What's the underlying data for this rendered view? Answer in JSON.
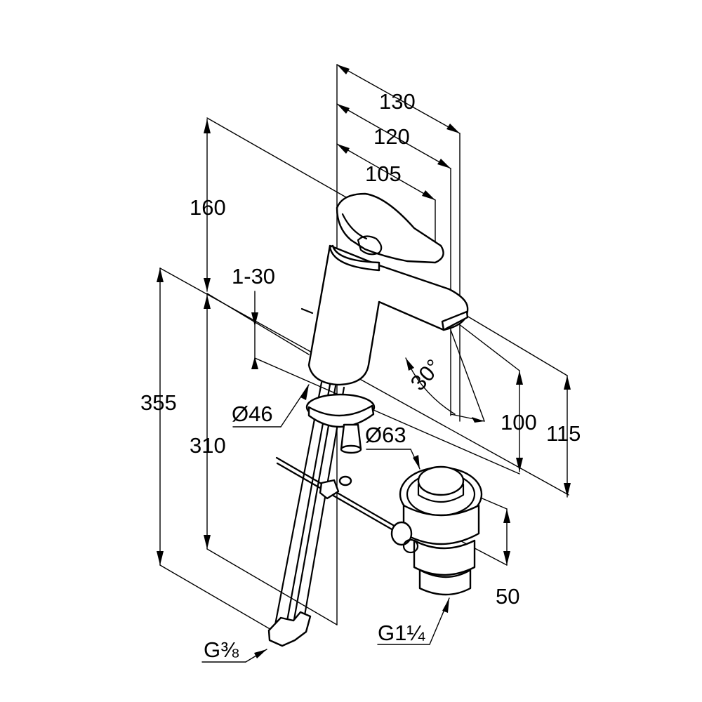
{
  "dimensions": {
    "d130": "130",
    "d120": "120",
    "d105": "105",
    "d160": "160",
    "d1_30": "1-30",
    "d355": "355",
    "d310": "310",
    "d46": "Ø46",
    "d63": "Ø63",
    "d30deg": "30°",
    "d100": "100",
    "d115": "115",
    "d50": "50",
    "g38": "G⅜",
    "g114": "G1¼"
  }
}
